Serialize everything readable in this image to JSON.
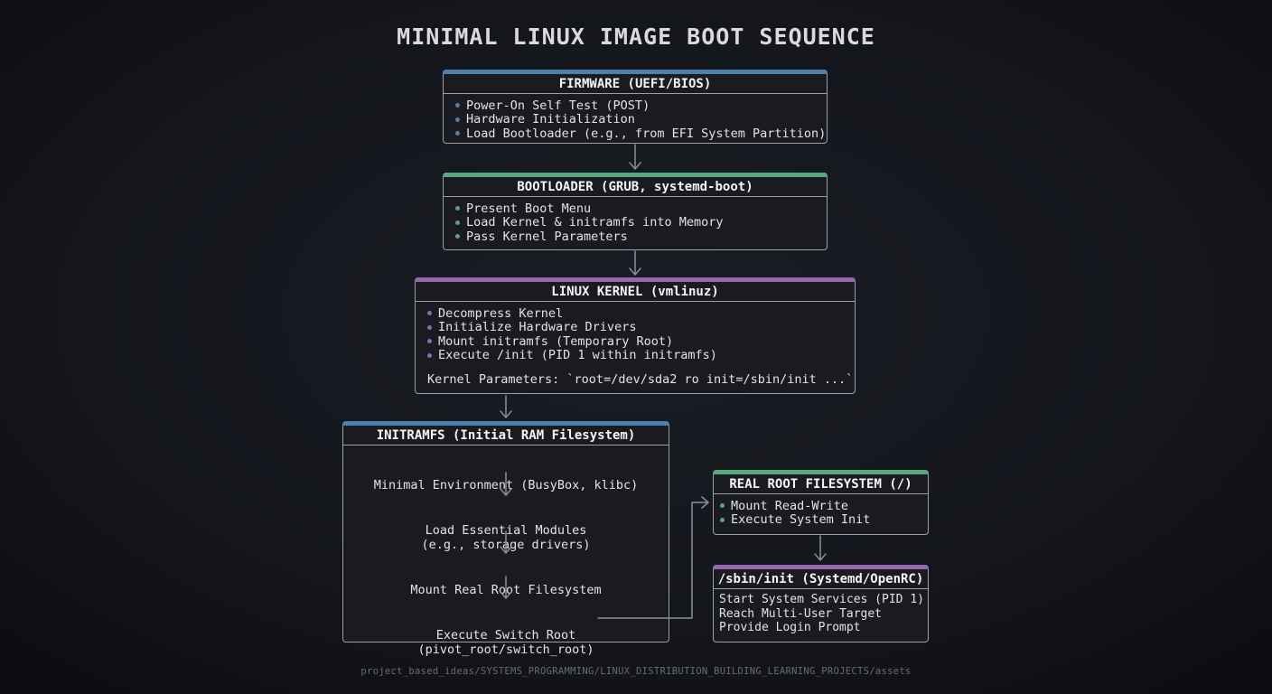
{
  "title": "MINIMAL LINUX IMAGE BOOT SEQUENCE",
  "footer": "project_based_ideas/SYSTEMS_PROGRAMMING/LINUX_DISTRIBUTION_BUILDING_LEARNING_PROJECTS/assets",
  "colors": {
    "blue": "#4e80ae",
    "green": "#57a87c",
    "purple": "#9368ae"
  },
  "boxes": {
    "firmware": {
      "header": "FIRMWARE (UEFI/BIOS)",
      "accent": "blue",
      "bullets": [
        "Power-On Self Test (POST)",
        "Hardware Initialization",
        "Load Bootloader (e.g., from EFI System Partition)"
      ]
    },
    "bootloader": {
      "header": "BOOTLOADER (GRUB, systemd-boot)",
      "accent": "green",
      "bullets": [
        "Present Boot Menu",
        "Load Kernel & initramfs into Memory",
        "Pass Kernel Parameters"
      ]
    },
    "kernel": {
      "header": "LINUX KERNEL (vmlinuz)",
      "accent": "purple",
      "bullets": [
        "Decompress Kernel",
        "Initialize Hardware Drivers",
        "Mount initramfs (Temporary Root)",
        "Execute /init (PID 1 within initramfs)"
      ],
      "note": "Kernel Parameters: `root=/dev/sda2 ro init=/sbin/init ...`"
    },
    "initramfs": {
      "header": "INITRAMFS (Initial RAM Filesystem)",
      "accent": "blue",
      "steps": [
        {
          "lines": [
            "Minimal Environment (BusyBox, klibc)"
          ]
        },
        {
          "lines": [
            "Load Essential Modules",
            "(e.g., storage drivers)"
          ]
        },
        {
          "lines": [
            "Mount Real Root Filesystem"
          ]
        },
        {
          "lines": [
            "Execute Switch Root",
            "(pivot_root/switch_root)"
          ]
        }
      ]
    },
    "realroot": {
      "header": "REAL ROOT FILESYSTEM (/)",
      "accent": "green",
      "bullets": [
        "Mount Read-Write",
        "Execute System Init"
      ]
    },
    "sbininit": {
      "header": "/sbin/init (Systemd/OpenRC)",
      "accent": "purple",
      "lines": [
        "Start System Services (PID 1)",
        "Reach Multi-User Target",
        "Provide Login Prompt"
      ]
    }
  }
}
